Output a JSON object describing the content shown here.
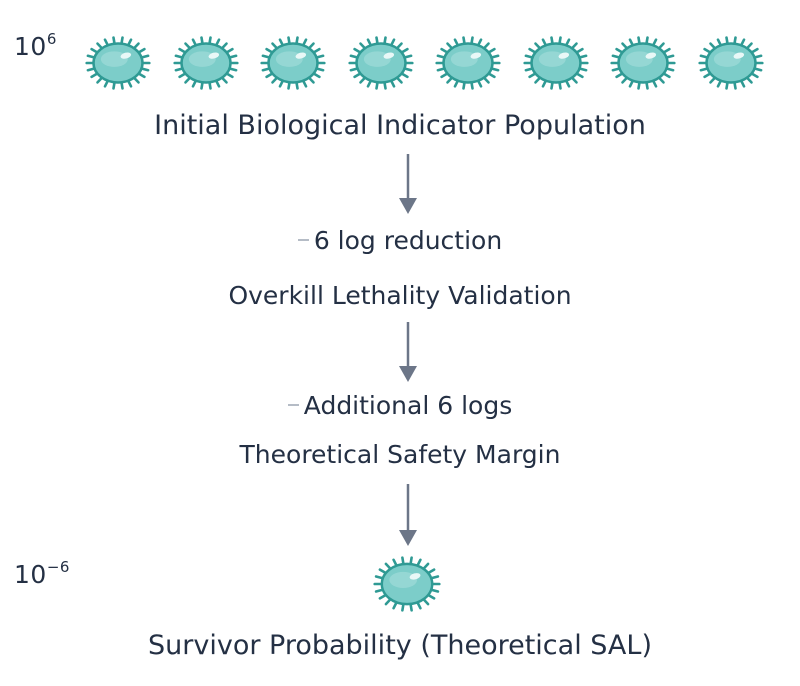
{
  "top_exponent": {
    "base": "10",
    "power": "6"
  },
  "bottom_exponent": {
    "base": "10",
    "power": "−6"
  },
  "initial_population_label": "Initial Biological Indicator Population",
  "step1": {
    "primary": "6 log reduction",
    "secondary": "Overkill Lethality Validation"
  },
  "step2": {
    "primary": "Additional 6 logs",
    "secondary": "Theoretical Safety Margin"
  },
  "survivor_label": "Survivor Probability (Theoretical SAL)",
  "microbe_count_top": 8,
  "colors": {
    "microbe_fill": "#7ccdc9",
    "microbe_outline": "#2f9a94",
    "microbe_highlight": "#e9f8f7",
    "arrow": "#6c7688",
    "text": "#243044"
  }
}
